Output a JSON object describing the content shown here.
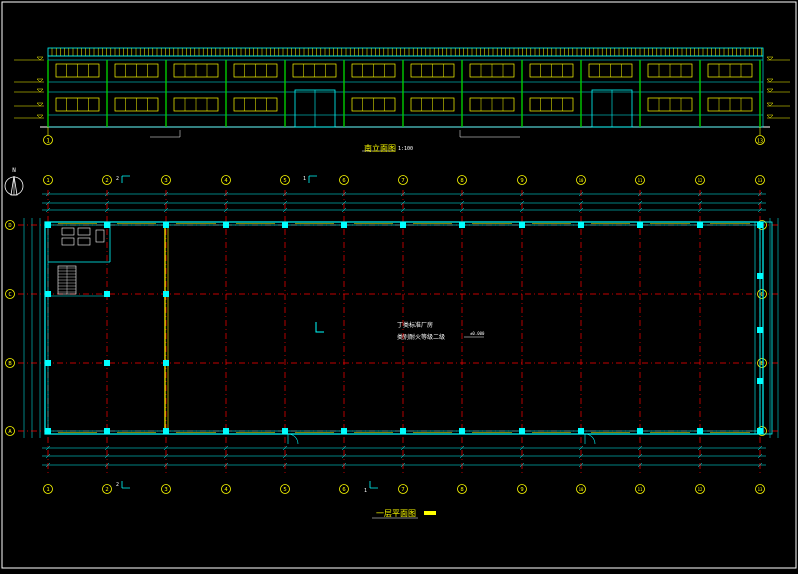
{
  "drawing": {
    "elevation": {
      "title": "南立面图",
      "scale": "1:100"
    },
    "plan": {
      "title": "一层平面图"
    },
    "north_label": "N",
    "note_lines": [
      "丁类标准厂房",
      "类别耐火等级二级"
    ],
    "level_tag": "±0.000"
  },
  "axes": {
    "columns": [
      "1",
      "2",
      "3",
      "4",
      "5",
      "6",
      "7",
      "8",
      "9",
      "10",
      "11",
      "12",
      "13"
    ],
    "rows": [
      "D",
      "C",
      "B",
      "A"
    ]
  },
  "section_marks": {
    "top_a": "2",
    "top_b": "1",
    "bottom_a": "2",
    "bottom_b": "1"
  },
  "colors": {
    "background": "#000000",
    "axis": "#ffff00",
    "wall": "#00ffff",
    "grid": "#ff0000",
    "column": "#00ffff",
    "window": "#ffff00",
    "text": "#ffffff",
    "green": "#00cc00"
  }
}
